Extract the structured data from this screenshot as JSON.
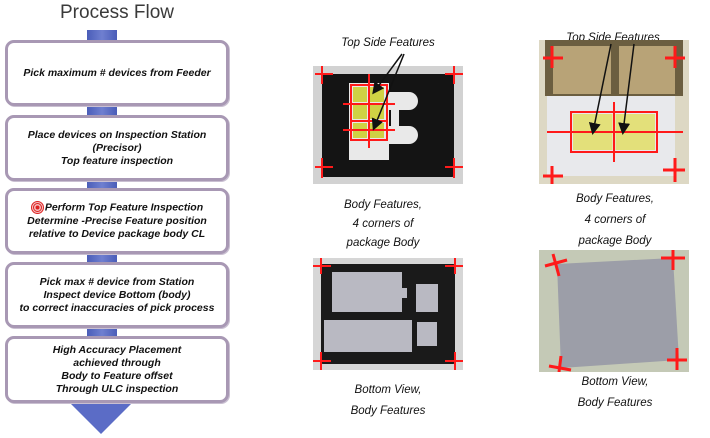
{
  "flow": {
    "title": "Process Flow",
    "steps": [
      {
        "lines": [
          "Pick maximum # devices from Feeder"
        ]
      },
      {
        "lines": [
          "Place devices on Inspection Station",
          "(Precisor)",
          "Top feature inspection"
        ]
      },
      {
        "lines": [
          "Perform Top Feature Inspection",
          "Determine -Precise Feature position",
          "relative to Device package body CL"
        ]
      },
      {
        "lines": [
          "Pick max # device from Station",
          "Inspect device Bottom (body)",
          "to correct inaccuracies of pick process"
        ]
      },
      {
        "lines": [
          "High Accuracy Placement",
          "achieved through",
          "Body to Feature offset",
          "Through ULC inspection"
        ]
      }
    ]
  },
  "panels": {
    "left_top_label": "Top Side Features",
    "right_top_label": "Top Side Features",
    "left_body_caption": [
      "Body Features,",
      "4 corners of",
      "package Body"
    ],
    "right_body_caption": [
      "Body Features,",
      "4 corners of",
      "package Body"
    ],
    "left_bottom_caption": [
      "Bottom View,",
      "Body Features"
    ],
    "right_bottom_caption": [
      "Bottom View,",
      "Body Features"
    ]
  },
  "colors": {
    "marker_red": "#ff1a1a",
    "step_border": "#a898b4",
    "arrow_blue": "#5b6cc6",
    "feature_yellow": "#d9d84a"
  }
}
